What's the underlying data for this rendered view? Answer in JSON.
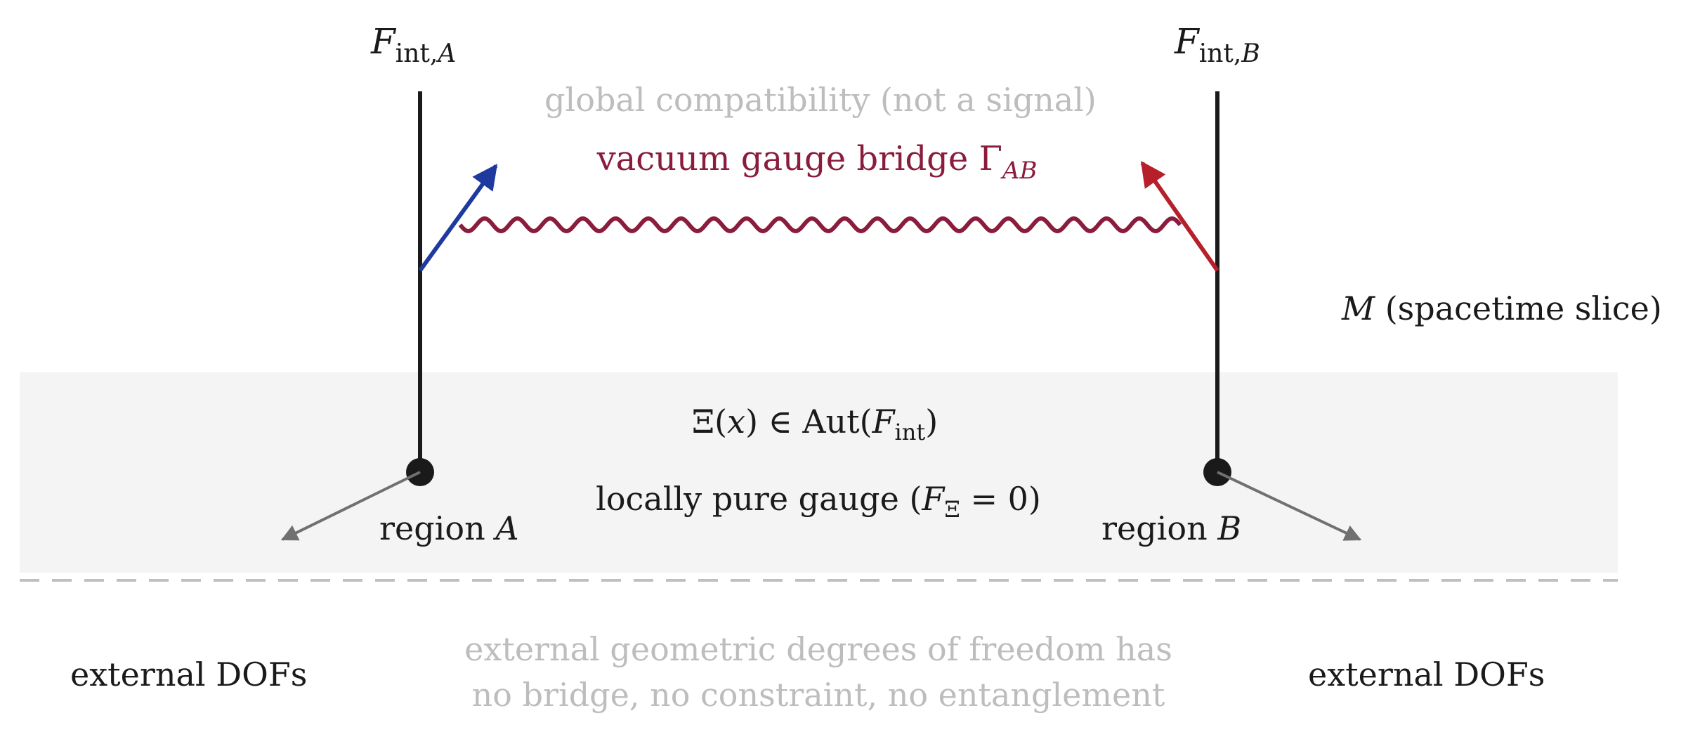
{
  "labels": {
    "fiber_a": {
      "base": "F",
      "sub": "int,",
      "sub_italic": "A"
    },
    "fiber_b": {
      "base": "F",
      "sub": "int,",
      "sub_italic": "B"
    },
    "global_compat": "global compatibility (not a signal)",
    "bridge": {
      "text": "vacuum gauge bridge ",
      "symbol": "Γ",
      "sub": "AB"
    },
    "spacetime": {
      "italic": "M",
      "text": " (spacetime slice)"
    },
    "xi_map": {
      "pre": "Ξ(",
      "var": "x",
      "mid": ") ∈ Aut(",
      "base": "F",
      "sub": "int",
      "post": ")"
    },
    "pure_gauge": {
      "pre": "locally pure gauge (",
      "base": "F",
      "sub": "Ξ",
      "post": " = 0)"
    },
    "region_a": {
      "text": "region ",
      "italic": "A"
    },
    "region_b": {
      "text": "region ",
      "italic": "B"
    },
    "external_left": "external DOFs",
    "external_right": "external DOFs",
    "external_note_1": "external geometric degrees of freedom has",
    "external_note_2": "no bridge, no constraint, no entanglement"
  },
  "colors": {
    "band": "#f4f4f4",
    "line": "#1a1a1a",
    "arrow_a": "#1f3a9e",
    "arrow_b": "#b5202a",
    "bridge": "#8a1c3c",
    "faded": "#bdbdbd",
    "grey_arrow": "#707070",
    "dash": "#bfbfbf"
  }
}
